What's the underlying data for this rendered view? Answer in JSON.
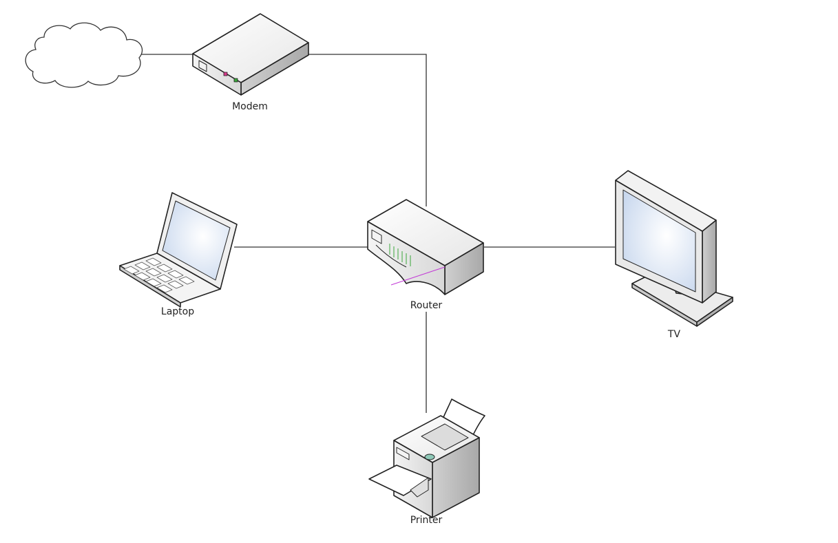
{
  "diagram": {
    "nodes": {
      "internet": {
        "label": "",
        "icon": "cloud-icon"
      },
      "modem": {
        "label": "Modem",
        "icon": "modem-icon"
      },
      "router": {
        "label": "Router",
        "icon": "router-icon"
      },
      "laptop": {
        "label": "Laptop",
        "icon": "laptop-icon"
      },
      "tv": {
        "label": "TV",
        "icon": "tv-icon"
      },
      "printer": {
        "label": "Printer",
        "icon": "printer-icon"
      }
    },
    "edges": [
      {
        "from": "internet",
        "to": "modem"
      },
      {
        "from": "modem",
        "to": "router"
      },
      {
        "from": "laptop",
        "to": "router"
      },
      {
        "from": "router",
        "to": "tv"
      },
      {
        "from": "router",
        "to": "printer"
      }
    ],
    "colors": {
      "line": "#333333",
      "device_fill": "#e8e8e8",
      "screen": "#dde8f6",
      "led_green": "#3aa63a",
      "led_pink": "#d63a8a",
      "cable_purple": "#c23ad6"
    }
  }
}
